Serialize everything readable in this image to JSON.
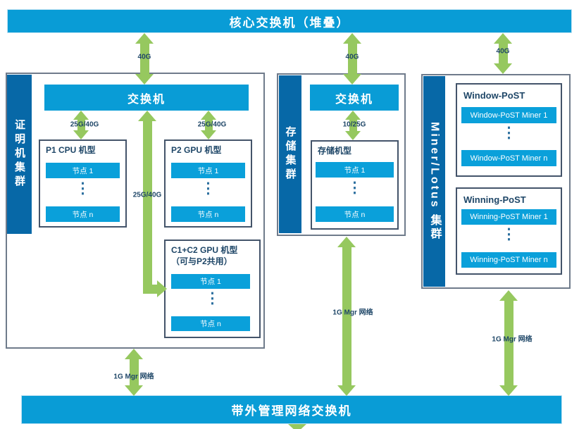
{
  "colors": {
    "bar_blue": "#099CD6",
    "sidebar_blue": "#0768A7",
    "arrow_green": "#96C85F",
    "label_navy": "#1E4667",
    "cluster_border": "#6F7B8B",
    "box_border": "#44546A"
  },
  "ellipsis": "⋮",
  "core_switch": {
    "label": "核心交换机（堆叠）"
  },
  "oob_switch": {
    "label": "带外管理网络交换机"
  },
  "clusters": {
    "proving": {
      "side_label": "证明机集群",
      "switch_label": "交换机",
      "p1": {
        "title": "P1 CPU 机型",
        "node_first": "节点 1",
        "node_last": "节点 n"
      },
      "p2": {
        "title": "P2 GPU 机型",
        "node_first": "节点 1",
        "node_last": "节点 n"
      },
      "c1c2": {
        "title_line1": "C1+C2 GPU 机型",
        "title_line2": "（可与P2共用）",
        "node_first": "节点 1",
        "node_last": "节点 n"
      }
    },
    "storage": {
      "side_label": "存储集群",
      "switch_label": "交换机",
      "box": {
        "title": "存储机型",
        "node_first": "节点 1",
        "node_last": "节点 n"
      }
    },
    "miner": {
      "side_label": "Miner/Lotus 集群",
      "window": {
        "title": "Window-PoST",
        "node_first": "Window-PoST Miner 1",
        "node_last": "Window-PoST Miner n"
      },
      "winning": {
        "title": "Winning-PoST",
        "node_first": "Winning-PoST Miner 1",
        "node_last": "Winning-PoST Miner n"
      }
    }
  },
  "links": {
    "core_proving": "40G",
    "core_storage": "40G",
    "core_miner": "40G",
    "switch_p1": "25G/40G",
    "switch_p2": "25G/40G",
    "switch_c1c2": "25G/40G",
    "switch_storage": "10/25G",
    "mgmt_proving": "1G Mgr 网络",
    "mgmt_storage": "1G Mgr 网络",
    "mgmt_miner": "1G Mgr 网络"
  }
}
